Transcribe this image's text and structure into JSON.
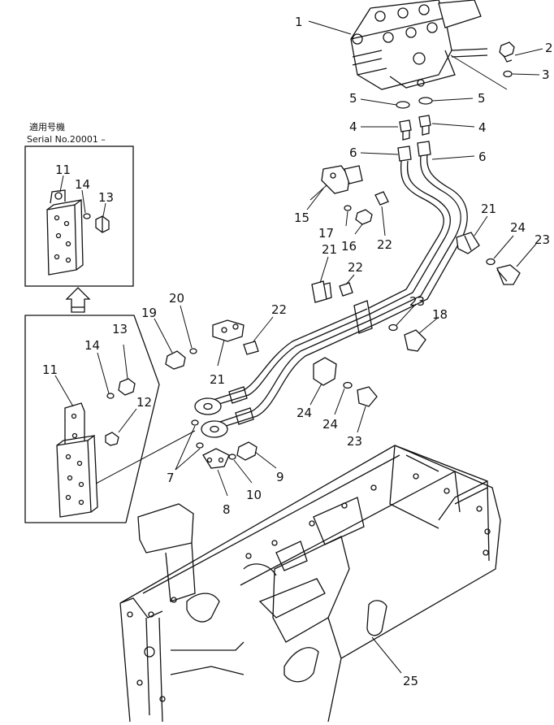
{
  "note": {
    "line1": "適用号機",
    "line2": "Serial No.20001 –"
  },
  "callouts": [
    {
      "id": "c1",
      "label": "1"
    },
    {
      "id": "c2",
      "label": "2"
    },
    {
      "id": "c3",
      "label": "3"
    },
    {
      "id": "c5a",
      "label": "5"
    },
    {
      "id": "c5b",
      "label": "5"
    },
    {
      "id": "c4a",
      "label": "4"
    },
    {
      "id": "c4b",
      "label": "4"
    },
    {
      "id": "c6a",
      "label": "6"
    },
    {
      "id": "c6b",
      "label": "6"
    },
    {
      "id": "c15",
      "label": "15"
    },
    {
      "id": "c17",
      "label": "17"
    },
    {
      "id": "c16",
      "label": "16"
    },
    {
      "id": "c22a",
      "label": "22"
    },
    {
      "id": "c21a",
      "label": "21"
    },
    {
      "id": "c24a",
      "label": "24"
    },
    {
      "id": "c23a",
      "label": "23"
    },
    {
      "id": "c21b",
      "label": "21"
    },
    {
      "id": "c22b",
      "label": "22"
    },
    {
      "id": "c20",
      "label": "20"
    },
    {
      "id": "c19",
      "label": "19"
    },
    {
      "id": "c22c",
      "label": "22"
    },
    {
      "id": "c24b",
      "label": "24"
    },
    {
      "id": "c23b",
      "label": "23"
    },
    {
      "id": "c18",
      "label": "18"
    },
    {
      "id": "c21c",
      "label": "21"
    },
    {
      "id": "c24c",
      "label": "24"
    },
    {
      "id": "c23c",
      "label": "23"
    },
    {
      "id": "c7",
      "label": "7"
    },
    {
      "id": "c9",
      "label": "9"
    },
    {
      "id": "c10",
      "label": "10"
    },
    {
      "id": "c8",
      "label": "8"
    },
    {
      "id": "c11a",
      "label": "11"
    },
    {
      "id": "c14a",
      "label": "14"
    },
    {
      "id": "c13a",
      "label": "13"
    },
    {
      "id": "c13b",
      "label": "13"
    },
    {
      "id": "c14b",
      "label": "14"
    },
    {
      "id": "c11b",
      "label": "11"
    },
    {
      "id": "c12",
      "label": "12"
    },
    {
      "id": "c25",
      "label": "25"
    }
  ]
}
